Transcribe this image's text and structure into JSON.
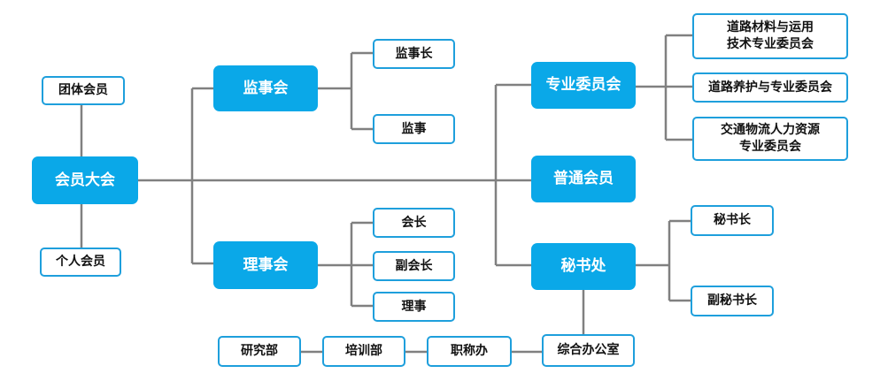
{
  "nodes": {
    "general_assembly": "会员大会",
    "group_member": "团体会员",
    "individual_member": "个人会员",
    "supervisory_board": "监事会",
    "chief_supervisor": "监事长",
    "supervisor": "监事",
    "council": "理事会",
    "president": "会长",
    "vice_president": "副会长",
    "director": "理事",
    "special_committee": "专业委员会",
    "committee_road_materials": "道路材料与运用\n技术专业委员会",
    "committee_road_maintenance": "道路养护与专业委员会",
    "committee_logistics_hr": "交通物流人力资源\n专业委员会",
    "ordinary_member": "普通会员",
    "secretariat": "秘书处",
    "secretary_general": "秘书长",
    "deputy_secretary_general": "副秘书长",
    "general_office": "综合办公室",
    "title_office": "职称办",
    "training_dept": "培训部",
    "research_dept": "研究部"
  }
}
